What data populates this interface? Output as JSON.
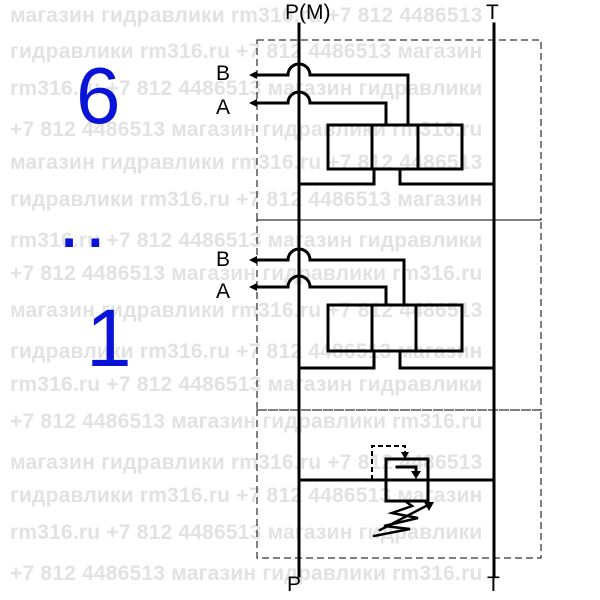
{
  "port_labels": {
    "top_p": "P(M)",
    "top_t": "T",
    "bottom_p": "P",
    "bottom_t": "T",
    "upper_b": "B",
    "upper_a": "A",
    "lower_b": "B",
    "lower_a": "A"
  },
  "section_count": {
    "max": "6",
    "dots": "..",
    "min": "1"
  },
  "watermark_lines": [
    "магазин гидравлики rm316.ru +7 812 4486513",
    "гидравлики rm316.ru +7 812 4486513 магазин",
    "rm316.ru +7 812 4486513 магазин гидравлики",
    "+7 812 4486513 магазин гидравлики rm316.ru",
    "магазин гидравлики rm316.ru +7 812 4486513",
    "гидравлики rm316.ru +7 812 4486513 магазин",
    "rm316.ru +7 812 4486513 магазин гидравлики",
    "+7 812 4486513 магазин гидравлики rm316.ru",
    "магазин гидравлики rm316.ru +7 812 4486513",
    "гидравлики rm316.ru +7 812 4486513 магазин",
    "rm316.ru +7 812 4486513 магазин гидравлики",
    "+7 812 4486513 магазин гидравлики rm316.ru",
    "магазин гидравлики rm316.ru +7 812 4486513",
    "гидравлики rm316.ru +7 812 4486513 магазин",
    "rm316.ru +7 812 4486513 магазин гидравлики",
    "+7 812 4486513 магазин гидравлики rm316.ru"
  ],
  "colors": {
    "line": "#000000",
    "label_blue": "#0a13d8",
    "watermark": "#e2e2e2",
    "background": "#ffffff"
  }
}
